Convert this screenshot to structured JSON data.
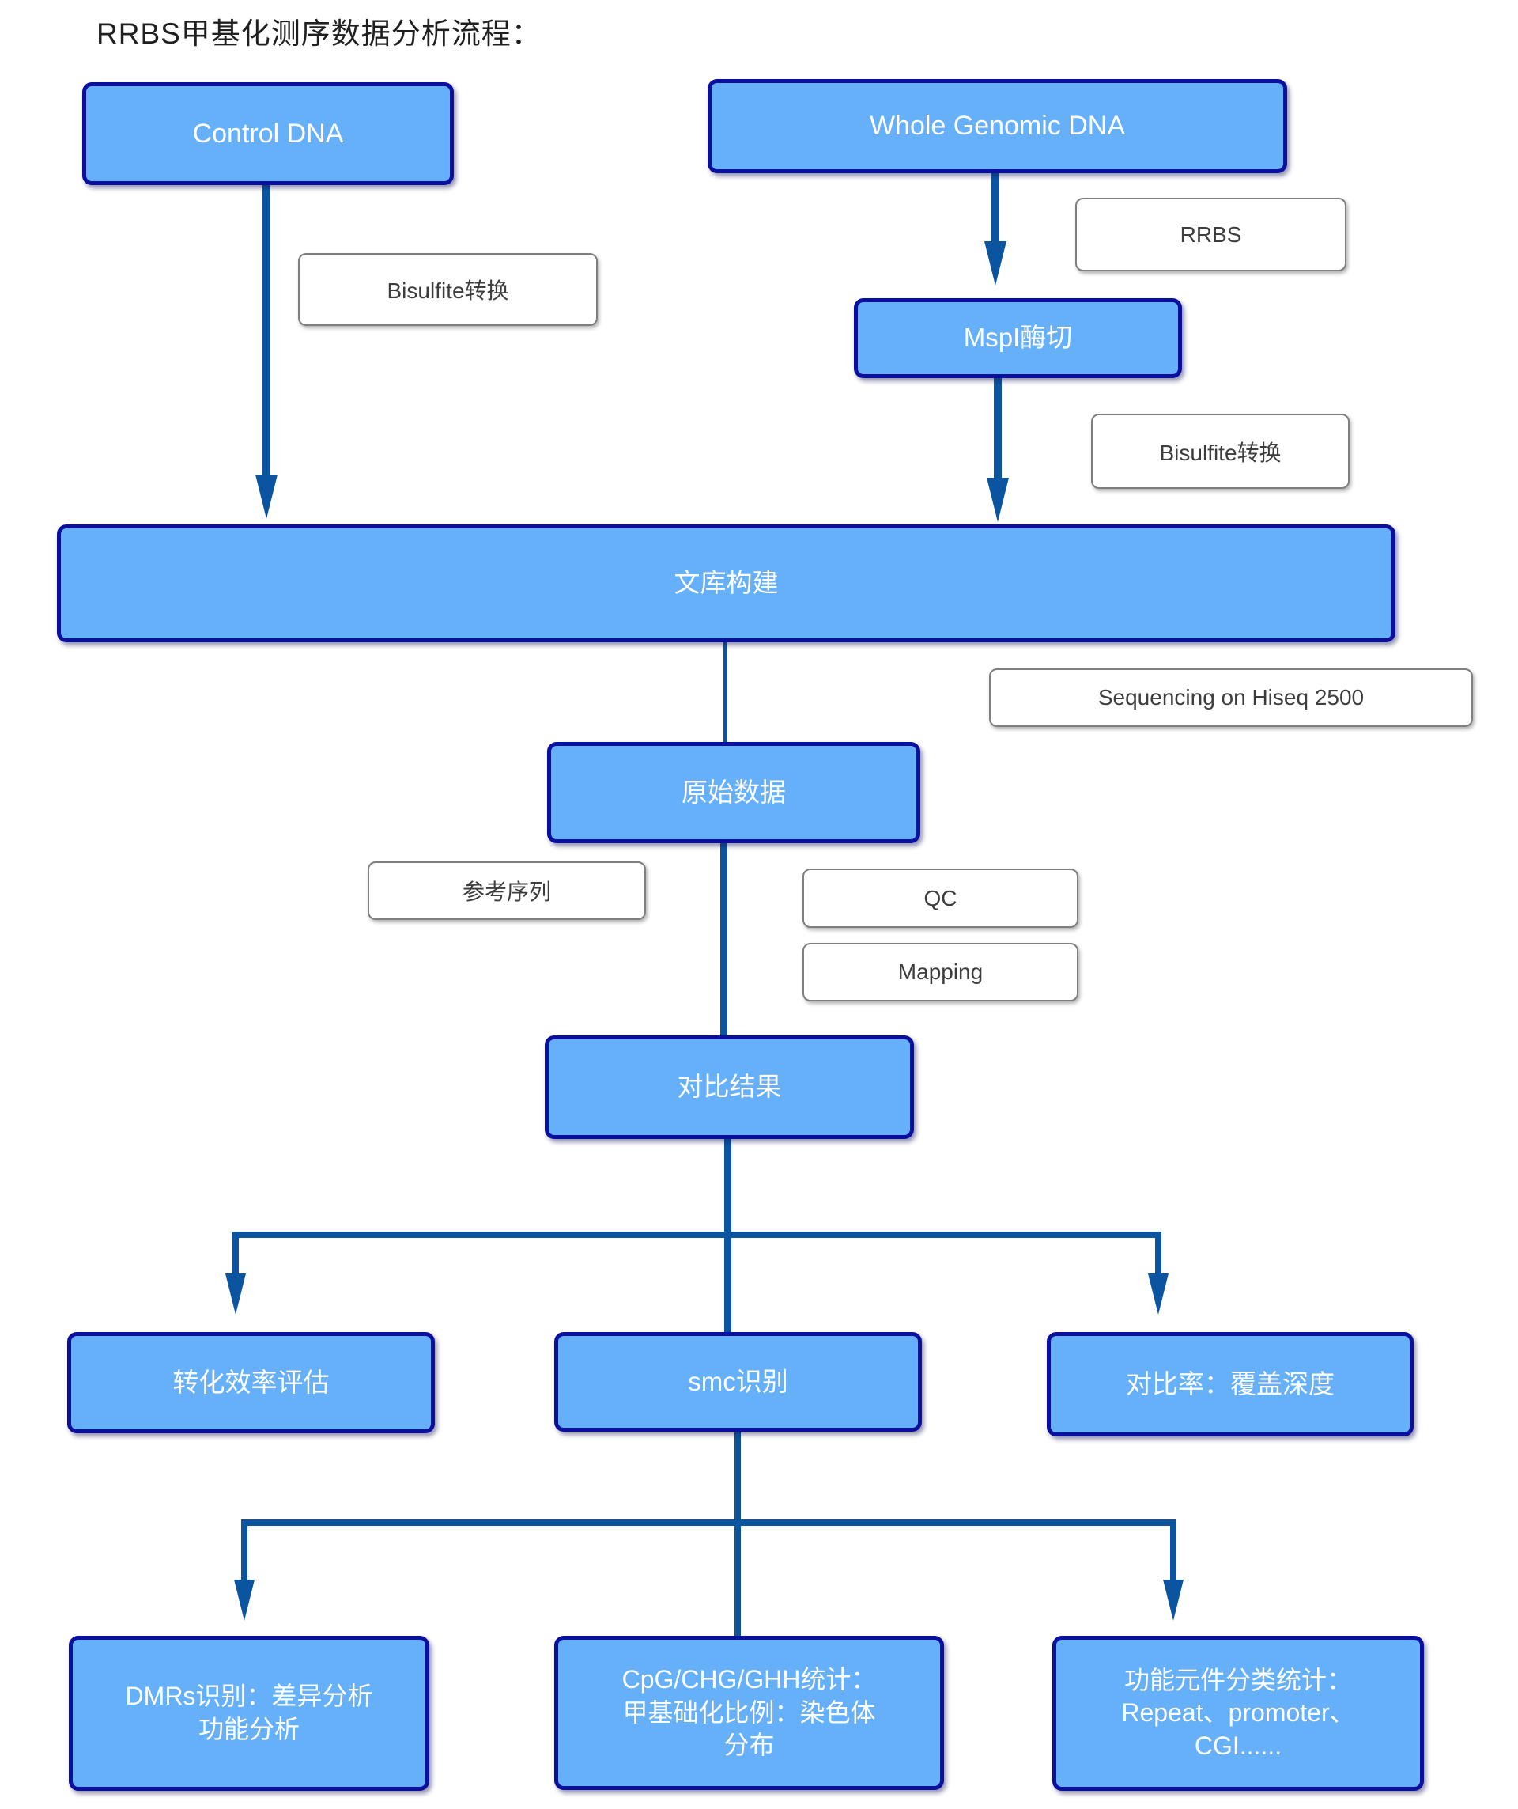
{
  "title": "RRBS甲基化测序数据分析流程：",
  "nodes": {
    "control_dna": "Control DNA",
    "whole_genomic_dna": "Whole Genomic DNA",
    "mspi_digestion": "MspI酶切",
    "library_construction": "文库构建",
    "raw_data": "原始数据",
    "alignment_result": "对比结果",
    "conversion_efficiency": "转化效率评估",
    "smc_identification": "smc识别",
    "mapping_rate_depth": "对比率：覆盖深度",
    "dmrs": {
      "line1": "DMRs识别：差异分析",
      "line2": "功能分析"
    },
    "cpg_stats": {
      "line1": "CpG/CHG/GHH统计：",
      "line2": "甲基础化比例：染色体",
      "line3": "分布"
    },
    "functional_elements": {
      "line1": "功能元件分类统计：",
      "line2": "Repeat、promoter、",
      "line3": "CGI......"
    }
  },
  "labels": {
    "bisulfite_left": "Bisulfite转换",
    "rrbs": "RRBS",
    "bisulfite_right": "Bisulfite转换",
    "sequencing": "Sequencing on Hiseq 2500",
    "reference_sequence": "参考序列",
    "qc": "QC",
    "mapping": "Mapping"
  },
  "colors": {
    "node_fill": "#66b0fa",
    "node_border": "#0a0f9e",
    "connector": "#0b55a0",
    "label_border": "#7f7f7f",
    "label_text": "#3d3d3d",
    "title_text": "#1f1f1f"
  }
}
